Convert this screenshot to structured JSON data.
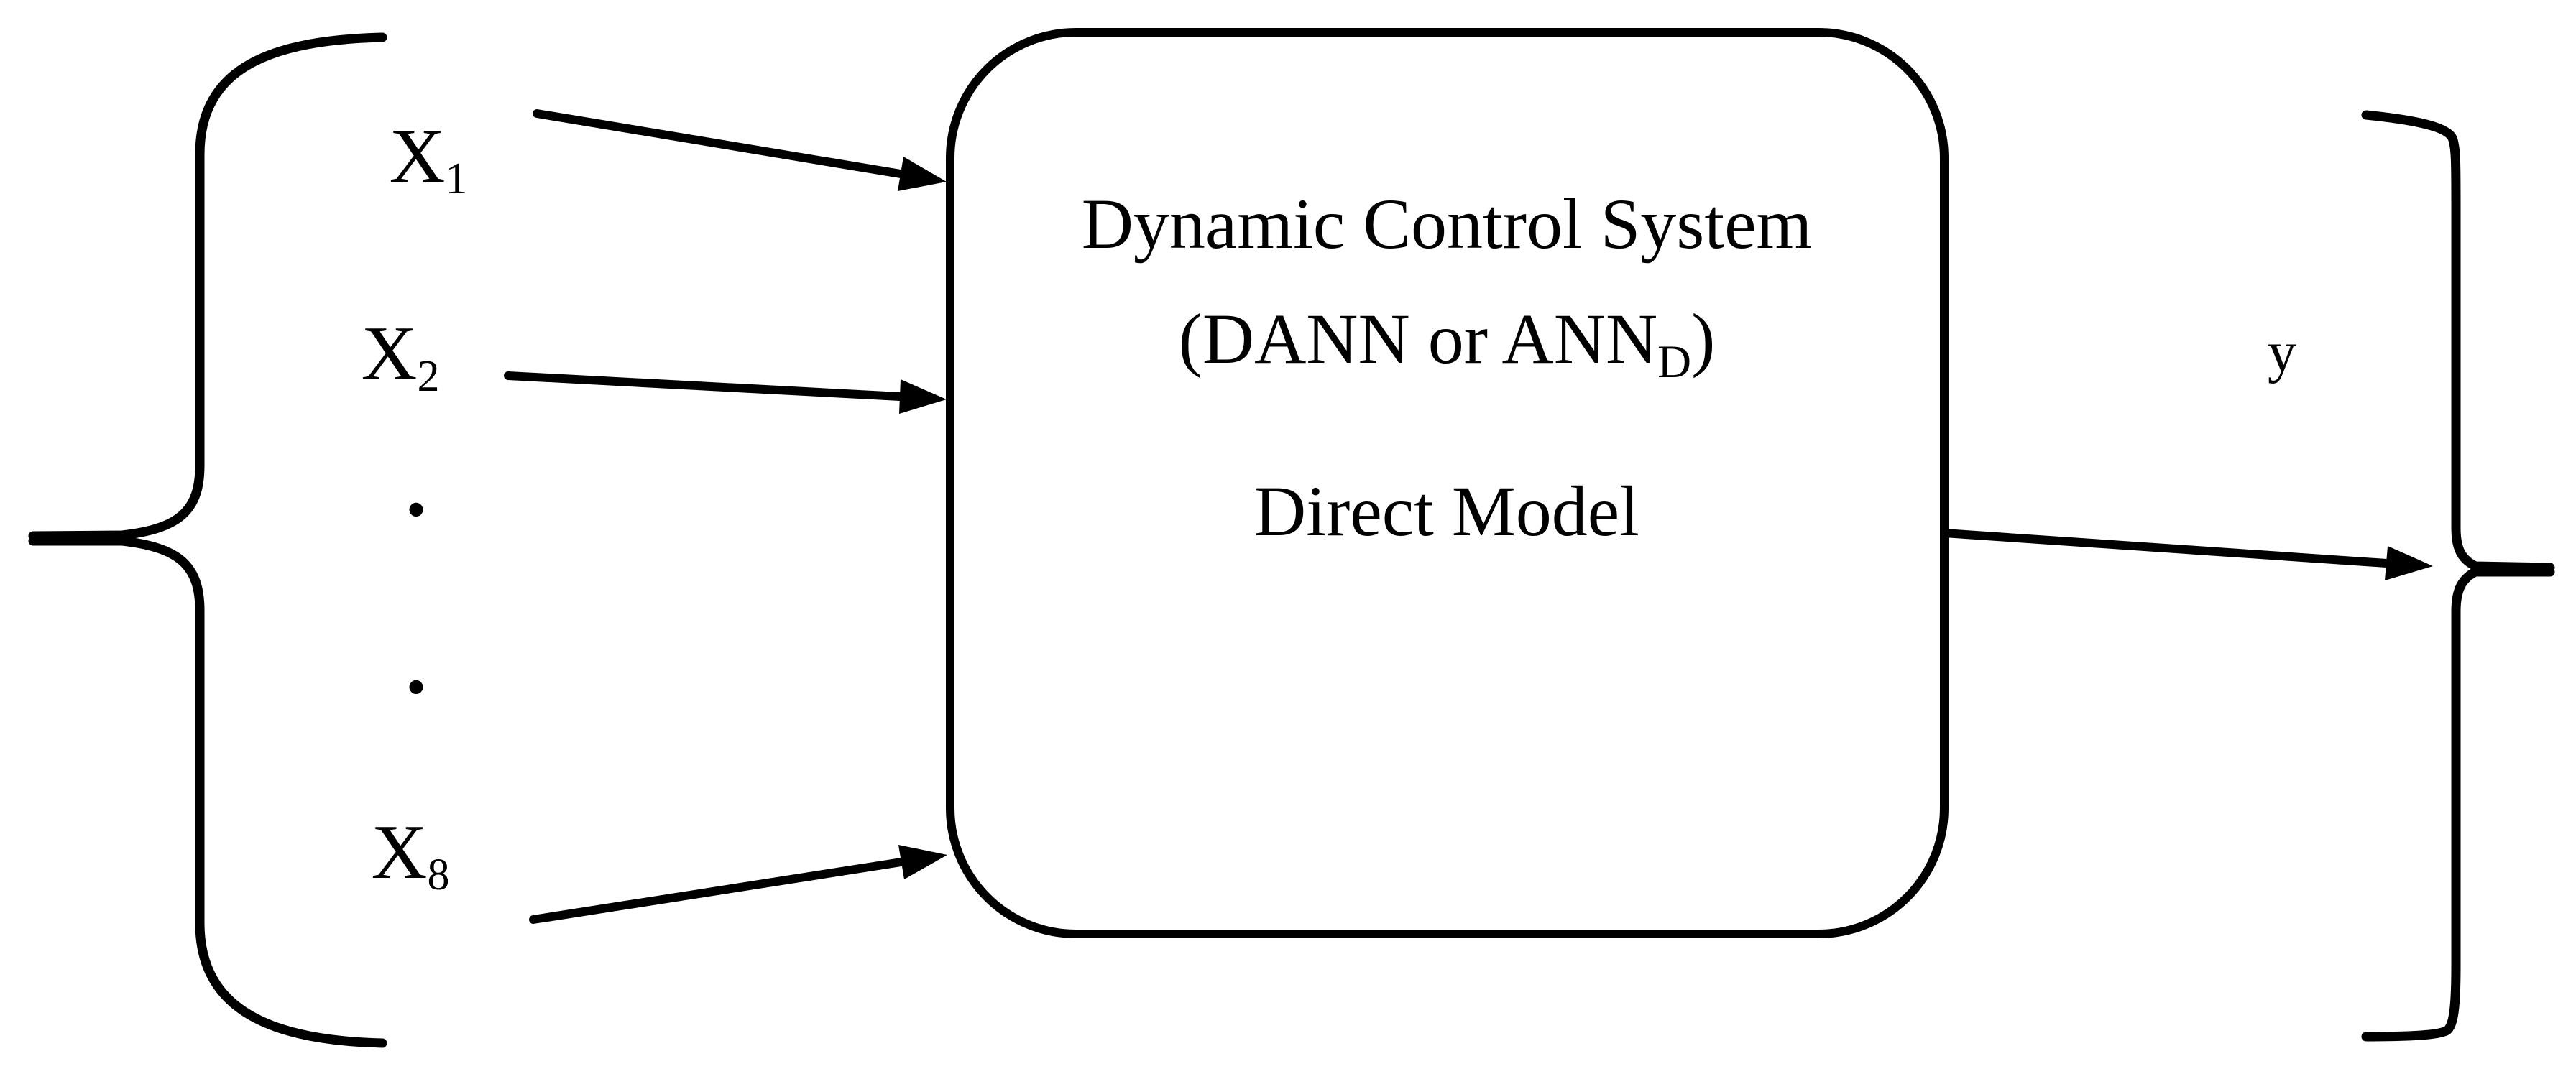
{
  "diagram": {
    "background_color": "#ffffff",
    "ink_color": "#000000",
    "inputs": [
      {
        "base": "X",
        "sub": "1"
      },
      {
        "base": "X",
        "sub": "2"
      },
      {
        "base": "X",
        "sub": "8"
      }
    ],
    "ellipsis": {
      "dot": "•"
    },
    "box": {
      "line1": "Dynamic Control System",
      "line2_pre": "(DANN or ANN",
      "line2_sub": "D",
      "line2_post": ")",
      "line3": "Direct Model"
    },
    "output": {
      "label": "y"
    }
  }
}
